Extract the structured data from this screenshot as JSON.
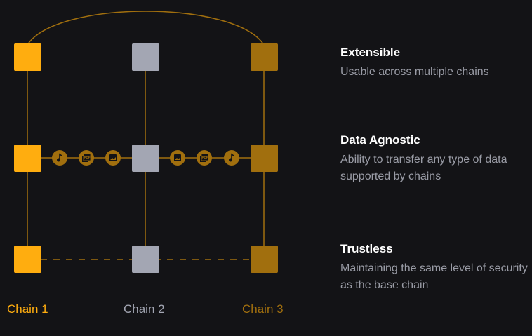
{
  "colors": {
    "chain1": "#ffad0f",
    "chain2": "#a3a6b3",
    "chain3": "#a16f0e",
    "background": "#131316"
  },
  "chains": [
    {
      "label": "Chain 1"
    },
    {
      "label": "Chain 2"
    },
    {
      "label": "Chain 3"
    }
  ],
  "data_icons": [
    "music-icon",
    "pdf-icon",
    "image-icon",
    "image-icon",
    "pdf-icon",
    "music-icon"
  ],
  "pdf_text": "PDF",
  "features": [
    {
      "title": "Extensible",
      "desc": "Usable across multiple chains"
    },
    {
      "title": "Data Agnostic",
      "desc": "Ability  to transfer any type of data supported by chains"
    },
    {
      "title": "Trustless",
      "desc": "Maintaining the same level of security as the base chain"
    }
  ]
}
